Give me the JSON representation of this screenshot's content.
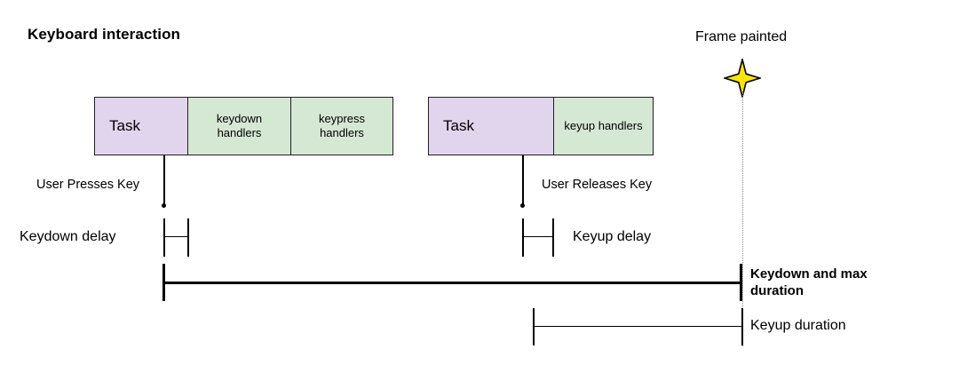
{
  "diagram": {
    "title": "Keyboard interaction",
    "frame_marker": {
      "label": "Frame painted",
      "icon": "four-point-star-icon",
      "star_fill": "#ffe600",
      "star_stroke": "#000000"
    },
    "colors": {
      "task_fill": "#e1d5ee",
      "handler_fill": "#d5e8d4",
      "stroke": "#1f1f1f",
      "dotted_guide": "#8c8c8c",
      "text": "#000000"
    },
    "track_one": {
      "task_label": "Task",
      "handlers": [
        {
          "label": "keydown\nhandlers"
        },
        {
          "label": "keypress\nhandlers"
        }
      ],
      "event_label": "User Presses Key"
    },
    "track_two": {
      "task_label": "Task",
      "handlers": [
        {
          "label": "keyup handlers"
        }
      ],
      "event_label": "User Releases Key"
    },
    "measures": [
      {
        "name": "keydown-delay",
        "label": "Keydown delay"
      },
      {
        "name": "keyup-delay",
        "label": "Keyup delay"
      },
      {
        "name": "keydown-and-max-duration",
        "label": "Keydown and max duration",
        "emphasis": "bold"
      },
      {
        "name": "keyup-duration",
        "label": "Keyup duration"
      }
    ]
  }
}
